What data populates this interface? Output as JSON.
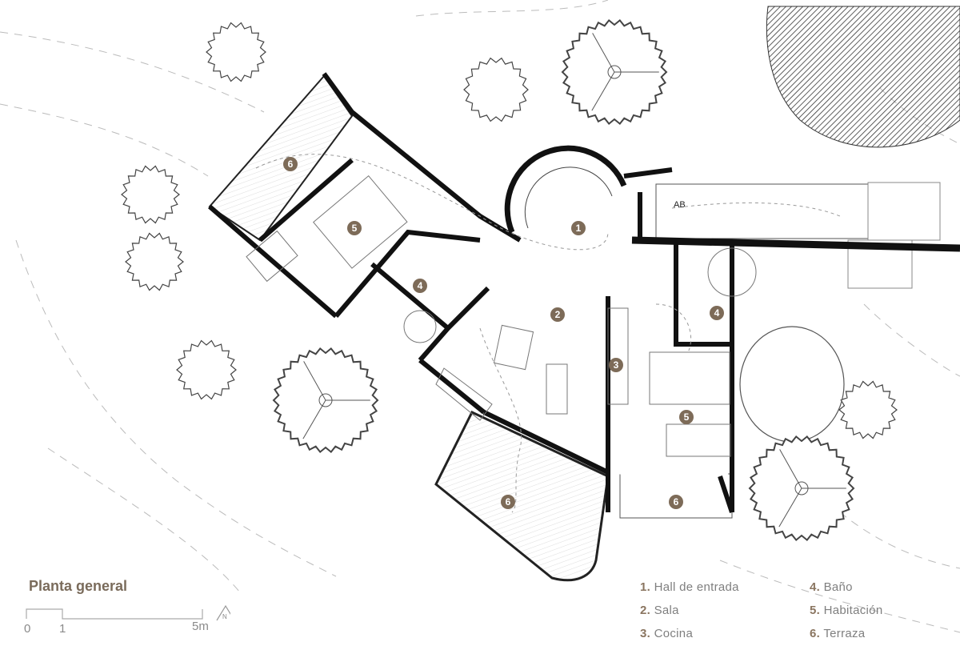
{
  "title": "Planta general",
  "scale": {
    "labels": [
      "0",
      "1",
      "5m"
    ],
    "north": "N"
  },
  "legend": [
    {
      "num": "1.",
      "label": "Hall de entrada"
    },
    {
      "num": "2.",
      "label": "Sala"
    },
    {
      "num": "3.",
      "label": "Cocina"
    },
    {
      "num": "4.",
      "label": "Baño"
    },
    {
      "num": "5.",
      "label": "Habitación"
    },
    {
      "num": "6.",
      "label": "Terraza"
    }
  ],
  "room_badges": [
    "1",
    "2",
    "3",
    "4",
    "4",
    "5",
    "5",
    "6",
    "6",
    "6"
  ],
  "annotations": {
    "ab": "AB"
  },
  "colors": {
    "badge": "#7d6b58",
    "title": "#7a6b5b",
    "wall": "#111111",
    "lines": "#9a9a9a"
  }
}
